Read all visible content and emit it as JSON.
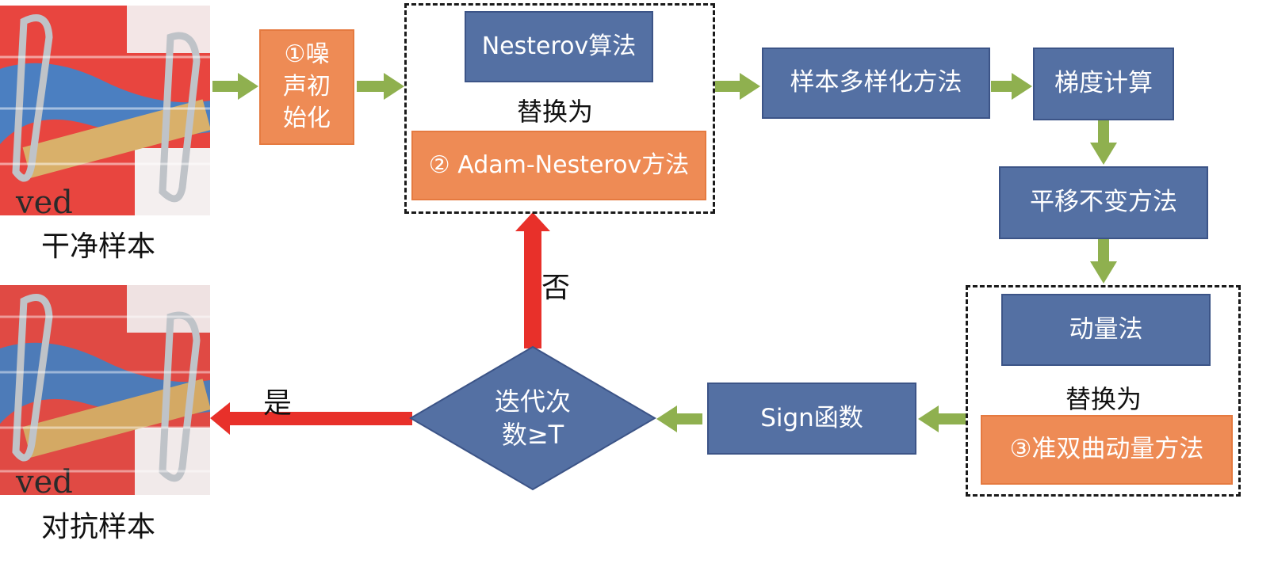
{
  "clean_sample": {
    "caption": "干净样本"
  },
  "adversarial_sample": {
    "caption": "对抗样本"
  },
  "image_text": "ved",
  "noise_init": {
    "label": "①噪声初始化",
    "lines": [
      "①噪",
      "声初",
      "始化"
    ]
  },
  "nesterov_group": {
    "original": "Nesterov算法",
    "replace_label": "替换为",
    "replacement": "② Adam-Nesterov方法"
  },
  "diversity": "样本多样化方法",
  "gradient": "梯度计算",
  "translation": "平移不变方法",
  "momentum_group": {
    "original": "动量法",
    "replace_label": "替换为",
    "replacement": "③准双曲动量方法"
  },
  "sign_function": "Sign函数",
  "decision": {
    "line1": "迭代次",
    "line2": "数≥T"
  },
  "no_label": "否",
  "yes_label": "是",
  "colors": {
    "box_blue": "#5470a3",
    "box_orange": "#ee8b55",
    "arrow_green": "#8fb04f",
    "arrow_red": "#e8302a"
  }
}
